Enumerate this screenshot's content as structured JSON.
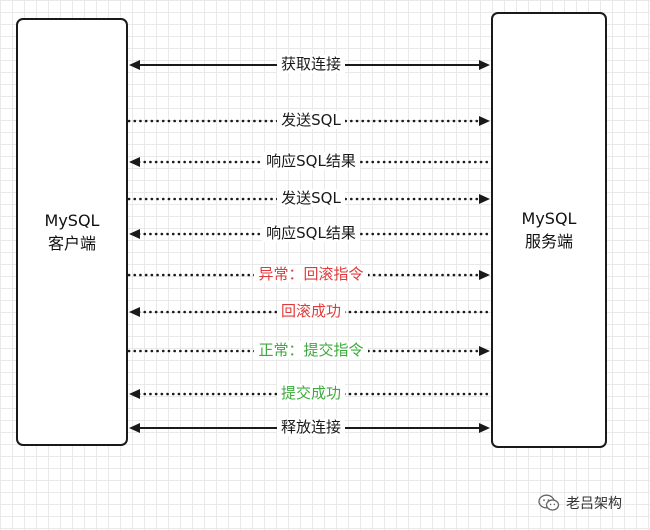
{
  "client": {
    "line1": "MySQL",
    "line2": "客户端"
  },
  "server": {
    "line1": "MySQL",
    "line2": "服务端"
  },
  "colors": {
    "black": "#1a1a1a",
    "red": "#e03a3a",
    "green": "#3daa3d"
  },
  "messages": [
    {
      "label": "获取连接",
      "style": "solid",
      "direction": "both",
      "color": "black"
    },
    {
      "label": "发送SQL",
      "style": "dotted",
      "direction": "right",
      "color": "black"
    },
    {
      "label": "响应SQL结果",
      "style": "dotted",
      "direction": "left",
      "color": "black"
    },
    {
      "label": "发送SQL",
      "style": "dotted",
      "direction": "right",
      "color": "black"
    },
    {
      "label": "响应SQL结果",
      "style": "dotted",
      "direction": "left",
      "color": "black"
    },
    {
      "label": "异常：回滚指令",
      "style": "dotted",
      "direction": "right",
      "color": "red"
    },
    {
      "label": "回滚成功",
      "style": "dotted",
      "direction": "left",
      "color": "red"
    },
    {
      "label": "正常：提交指令",
      "style": "dotted",
      "direction": "right",
      "color": "green"
    },
    {
      "label": "提交成功",
      "style": "dotted",
      "direction": "left",
      "color": "green"
    },
    {
      "label": "释放连接",
      "style": "solid",
      "direction": "both",
      "color": "black"
    }
  ],
  "watermark": {
    "text": "老吕架构",
    "icon": "wechat-icon"
  }
}
